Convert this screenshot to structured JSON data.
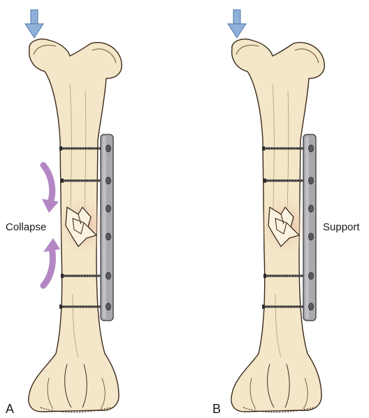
{
  "panels": [
    {
      "letter": "A",
      "annotation": "Collapse"
    },
    {
      "letter": "B",
      "annotation": "Support"
    }
  ],
  "colors": {
    "bone_fill": "#f4e6c8",
    "bone_outline": "#3a2a1a",
    "fracture_tint": "#e8b9a8",
    "plate_fill": "#a9a9ad",
    "screw": "#2e2e2e",
    "load_arrow": "#8fb1d9",
    "collapse_arrow": "#b487c4"
  },
  "icons": {
    "load_arrow": "down-arrow-icon",
    "collapse_arrows": "curved-arrow-icon"
  }
}
